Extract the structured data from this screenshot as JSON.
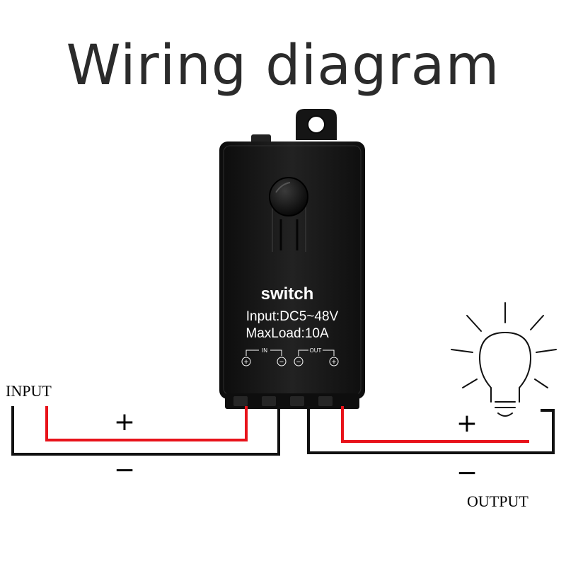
{
  "title": "Wiring diagram",
  "device": {
    "name": "switch",
    "spec_input": "Input:DC5~48V",
    "spec_load": "MaxLoad:10A",
    "terminals": {
      "in_label": "IN",
      "out_label": "OUT",
      "in_plus": "+",
      "in_minus": "−",
      "out_minus": "−",
      "out_plus": "+"
    }
  },
  "input": {
    "label": "INPUT",
    "plus": "+",
    "minus": "−"
  },
  "output": {
    "label": "OUTPUT",
    "plus": "+",
    "minus": "−"
  },
  "colors": {
    "positive_wire": "#e8121a",
    "negative_wire": "#111111",
    "device_body": "#161616"
  }
}
